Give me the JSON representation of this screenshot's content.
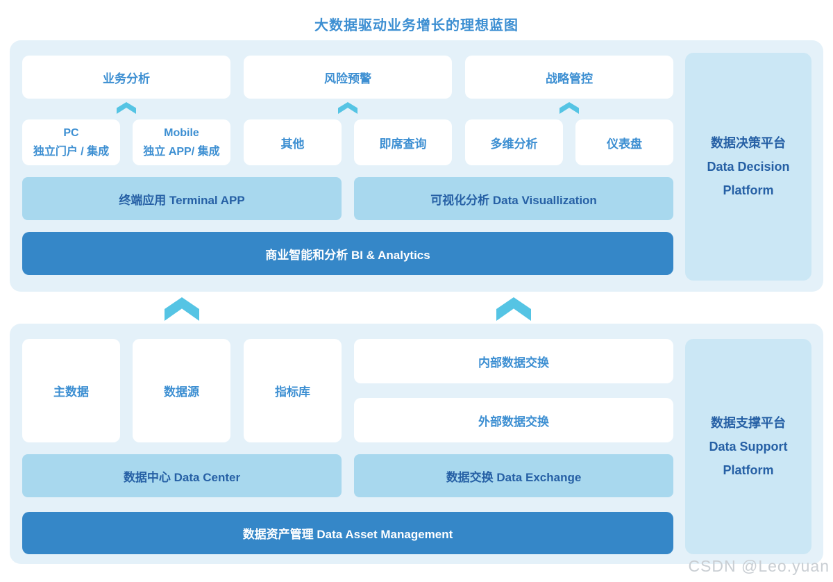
{
  "title": "大数据驱动业务增长的理想蓝图",
  "watermark": "CSDN @Leo.yuan",
  "colors": {
    "accent_blue": "#3d8fd2",
    "dark_bar": "#3587c8",
    "light_bar": "#a8d8ee",
    "side_panel_bg": "#cbe7f5",
    "section_bg": "#e4f1f9",
    "chevron": "#55c4e4",
    "dark_text": "#2660a5"
  },
  "top_section": {
    "tier1": [
      "业务分析",
      "风险预警",
      "战略管控"
    ],
    "tier2": [
      "PC\n独立门户 / 集成",
      "Mobile\n独立 APP/ 集成",
      "其他",
      "即席查询",
      "多维分析",
      "仪表盘"
    ],
    "tier3": [
      "终端应用 Terminal APP",
      "可视化分析 Data Visuallization"
    ],
    "tier4": "商业智能和分析 BI & Analytics",
    "side_panel": "数据决策平台\nData Decision\nPlatform"
  },
  "bottom_section": {
    "sources": [
      "主数据",
      "数据源",
      "指标库"
    ],
    "exchange": [
      "内部数据交换",
      "外部数据交换"
    ],
    "tier2": [
      "数据中心 Data Center",
      "数据交换 Data Exchange"
    ],
    "tier3": "数据资产管理 Data Asset Management",
    "side_panel": "数据支撑平台\nData Support\nPlatform"
  }
}
